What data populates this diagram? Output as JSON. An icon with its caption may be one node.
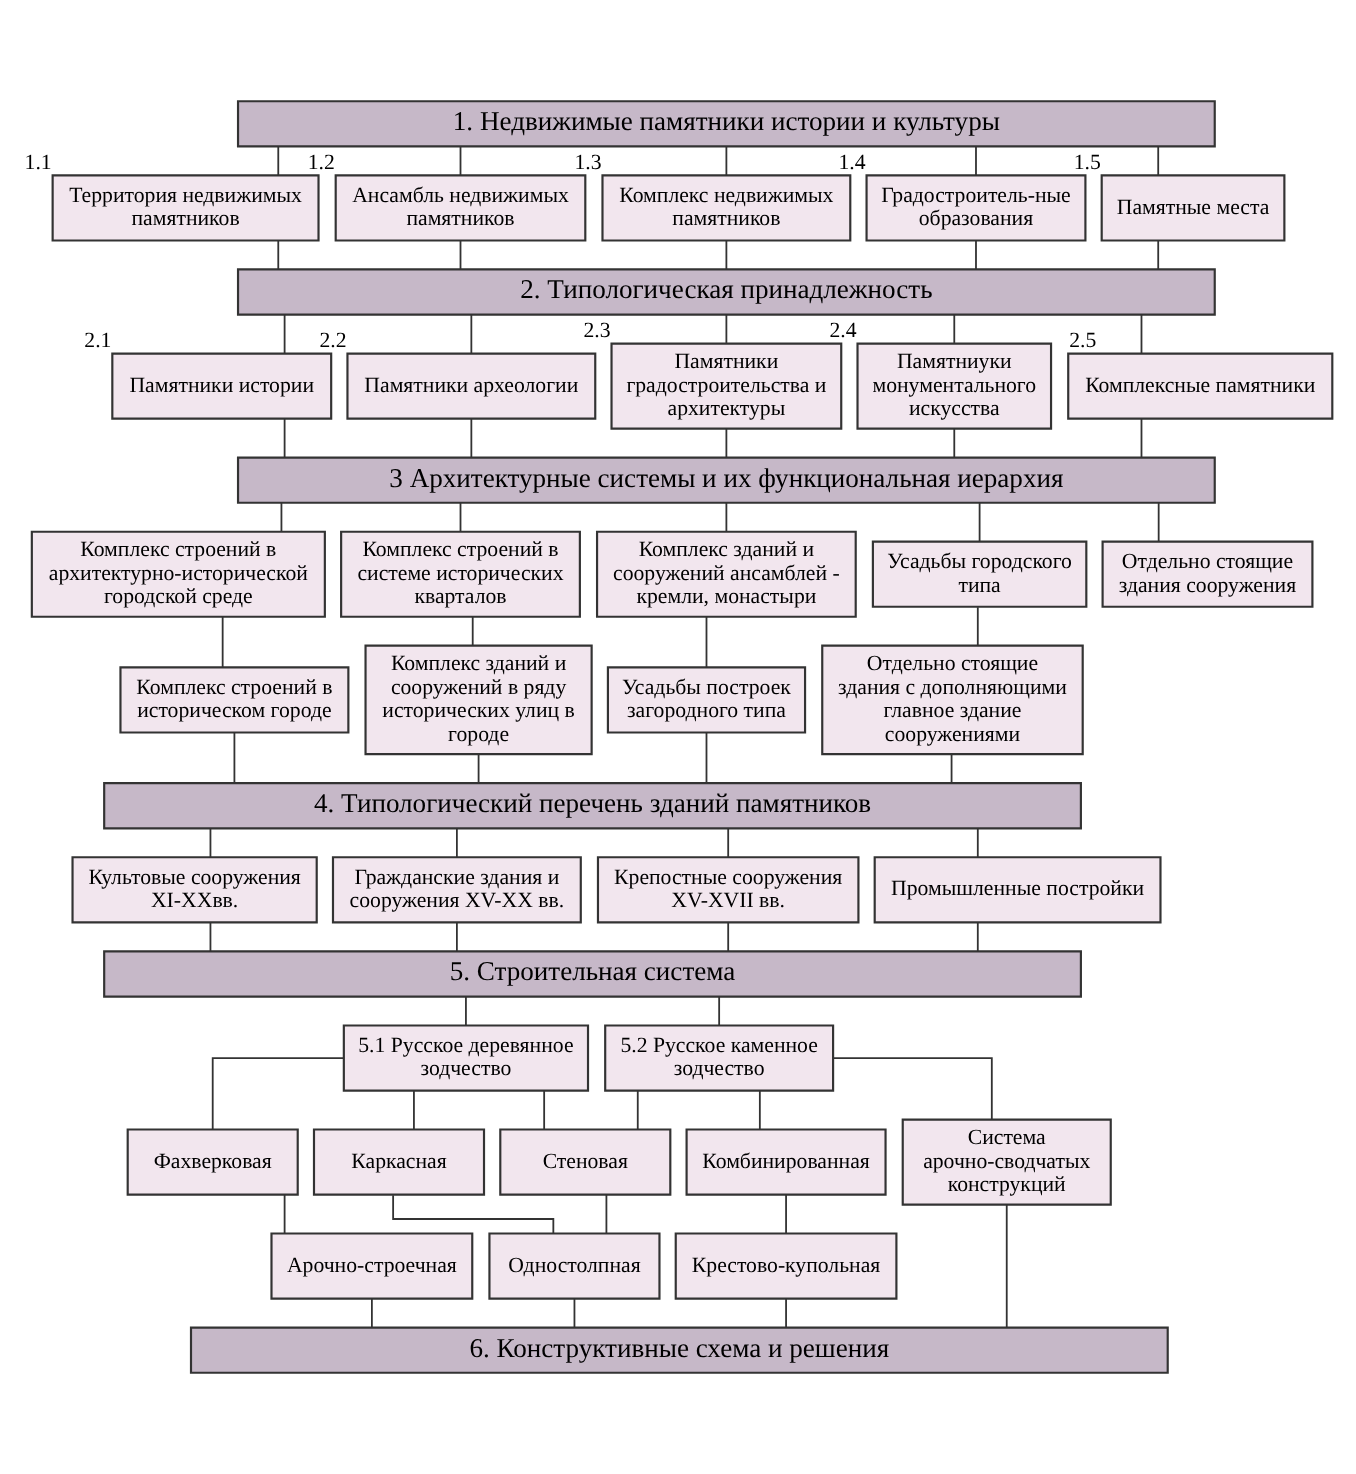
{
  "diagram": {
    "nodes": [
      {
        "text": [
          "1. Недвижимые памятники истории и культуры"
        ]
      },
      {
        "text": [
          "Территория недвижимых памятников"
        ],
        "beside": [
          "1.1"
        ]
      },
      {
        "text": [
          "Ансамбль недвижимых памятников"
        ],
        "beside": [
          "1.2"
        ]
      },
      {
        "text": [
          "Комплекс недвижимых памятников"
        ],
        "beside": [
          "1.3"
        ]
      },
      {
        "text": [
          "Градостроитель-ные образования"
        ],
        "beside": [
          "1.4"
        ]
      },
      {
        "text": [
          "Памятные места"
        ],
        "beside": [
          "1.5"
        ]
      },
      {
        "text": [
          "2. Типологическая принадлежность"
        ]
      },
      {
        "text": [
          "Памятники истории"
        ],
        "beside": [
          "2.1"
        ]
      },
      {
        "text": [
          "Памятники археологии"
        ],
        "beside": [
          "2.2"
        ]
      },
      {
        "text": [
          "Памятники градостроительства и архитектуры"
        ],
        "beside": [
          "2.3"
        ]
      },
      {
        "text": [
          "Памятниуки монументального искусства"
        ],
        "beside": [
          "2.4"
        ]
      },
      {
        "text": [
          "Комплексные памятники"
        ],
        "beside": [
          "2.5"
        ]
      },
      {
        "text": [
          "3 Архитектурные системы и их функциональная иерархия"
        ]
      },
      {
        "text": [
          "Комплекс строений в архитектурно-исторической городской среде"
        ]
      },
      {
        "text": [
          "Комплекс строений в системе исторических кварталов"
        ]
      },
      {
        "text": [
          "Комплекс зданий и сооружений ансамблей - кремли, монастыри"
        ]
      },
      {
        "text": [
          "Усадьбы городского типа"
        ]
      },
      {
        "text": [
          "Отдельно стоящие здания сооружения"
        ]
      },
      {
        "text": [
          "Комплекс строений в историческом городе"
        ]
      },
      {
        "text": [
          "Комплекс зданий и сооружений в ряду исторических улиц в городе"
        ]
      },
      {
        "text": [
          "Усадьбы построек загородного типа"
        ]
      },
      {
        "text": [
          "Отдельно стоящие здания с дополняющими главное здание сооружениями"
        ]
      },
      {
        "text": [
          "4. Типологический перечень зданий памятников"
        ]
      },
      {
        "text": [
          "Культовые сооружения XI-XXвв."
        ]
      },
      {
        "text": [
          "Гражданские здания и сооружения XV-XX вв."
        ]
      },
      {
        "text": [
          "Крепостные сооружения XV-XVII вв."
        ]
      },
      {
        "text": [
          "Промышленные постройки"
        ]
      },
      {
        "text": [
          "5. Строительная система"
        ]
      },
      {
        "text": [
          "5.1 Русское деревянное зодчество"
        ]
      },
      {
        "text": [
          "5.2 Русское каменное зодчество"
        ]
      },
      {
        "text": [
          "Фахверковая"
        ]
      },
      {
        "text": [
          "Каркасная"
        ]
      },
      {
        "text": [
          "Стеновая"
        ]
      },
      {
        "text": [
          "Комбинированная"
        ]
      },
      {
        "text": [
          "Система арочно-сводчатых конструкций"
        ]
      },
      {
        "text": [
          "Арочно-строечная"
        ]
      },
      {
        "text": [
          "Одностолпная"
        ]
      },
      {
        "text": [
          "Крестово-купольная"
        ]
      },
      {
        "text": [
          "6. Конструктивные схема и решения"
        ]
      }
    ],
    "edges": [
      {
        "from": 0,
        "to": 1,
        "arrow": "none"
      },
      {
        "from": 0,
        "to": 2,
        "arrow": "none"
      },
      {
        "from": 0,
        "to": 3,
        "arrow": "none"
      },
      {
        "from": 0,
        "to": 4,
        "arrow": "none"
      },
      {
        "from": 0,
        "to": 5,
        "arrow": "none"
      },
      {
        "from": 1,
        "to": 6,
        "arrow": "none"
      },
      {
        "from": 2,
        "to": 6,
        "arrow": "none"
      },
      {
        "from": 3,
        "to": 6,
        "arrow": "none"
      },
      {
        "from": 4,
        "to": 6,
        "arrow": "none"
      },
      {
        "from": 5,
        "to": 6,
        "arrow": "none"
      },
      {
        "from": 6,
        "to": 7,
        "arrow": "none"
      },
      {
        "from": 6,
        "to": 8,
        "arrow": "none"
      },
      {
        "from": 6,
        "to": 9,
        "arrow": "none"
      },
      {
        "from": 6,
        "to": 10,
        "arrow": "none"
      },
      {
        "from": 6,
        "to": 11,
        "arrow": "none"
      },
      {
        "from": 7,
        "to": 12,
        "arrow": "none"
      },
      {
        "from": 8,
        "to": 12,
        "arrow": "none"
      },
      {
        "from": 9,
        "to": 12,
        "arrow": "none"
      },
      {
        "from": 10,
        "to": 12,
        "arrow": "none"
      },
      {
        "from": 11,
        "to": 12,
        "arrow": "none"
      },
      {
        "from": 12,
        "to": 13,
        "arrow": "none"
      },
      {
        "from": 12,
        "to": 14,
        "arrow": "none"
      },
      {
        "from": 12,
        "to": 15,
        "arrow": "none"
      },
      {
        "from": 12,
        "to": 16,
        "arrow": "none"
      },
      {
        "from": 12,
        "to": 17,
        "arrow": "none"
      },
      {
        "from": 13,
        "to": 18,
        "arrow": "none"
      },
      {
        "from": 14,
        "to": 19,
        "arrow": "none"
      },
      {
        "from": 15,
        "to": 20,
        "arrow": "none"
      },
      {
        "from": 16,
        "to": 21,
        "arrow": "none"
      },
      {
        "from": 18,
        "to": 22,
        "arrow": "none"
      },
      {
        "from": 19,
        "to": 22,
        "arrow": "none"
      },
      {
        "from": 20,
        "to": 22,
        "arrow": "none"
      },
      {
        "from": 21,
        "to": 22,
        "arrow": "none"
      },
      {
        "from": 22,
        "to": 23,
        "arrow": "none"
      },
      {
        "from": 22,
        "to": 24,
        "arrow": "none"
      },
      {
        "from": 22,
        "to": 25,
        "arrow": "none"
      },
      {
        "from": 22,
        "to": 26,
        "arrow": "none"
      },
      {
        "from": 23,
        "to": 27,
        "arrow": "none"
      },
      {
        "from": 24,
        "to": 27,
        "arrow": "none"
      },
      {
        "from": 25,
        "to": 27,
        "arrow": "none"
      },
      {
        "from": 26,
        "to": 27,
        "arrow": "none"
      },
      {
        "from": 27,
        "to": 28,
        "arrow": "none"
      },
      {
        "from": 27,
        "to": 29,
        "arrow": "none"
      },
      {
        "from": 28,
        "to": 30,
        "arrow": "none"
      },
      {
        "from": 28,
        "to": 31,
        "arrow": "none"
      },
      {
        "from": 28,
        "to": 32,
        "arrow": "none"
      },
      {
        "from": 29,
        "to": 32,
        "arrow": "none"
      },
      {
        "from": 29,
        "to": 33,
        "arrow": "none"
      },
      {
        "from": 29,
        "to": 34,
        "arrow": "none"
      },
      {
        "from": 30,
        "to": 35,
        "arrow": "none"
      },
      {
        "from": 31,
        "to": 36,
        "arrow": "none"
      },
      {
        "from": 32,
        "to": 36,
        "arrow": "none"
      },
      {
        "from": 33,
        "to": 37,
        "arrow": "none"
      },
      {
        "from": 35,
        "to": 38,
        "arrow": "none"
      },
      {
        "from": 36,
        "to": 38,
        "arrow": "none"
      },
      {
        "from": 37,
        "to": 38,
        "arrow": "none"
      },
      {
        "from": 34,
        "to": 38,
        "arrow": "none"
      }
    ]
  }
}
